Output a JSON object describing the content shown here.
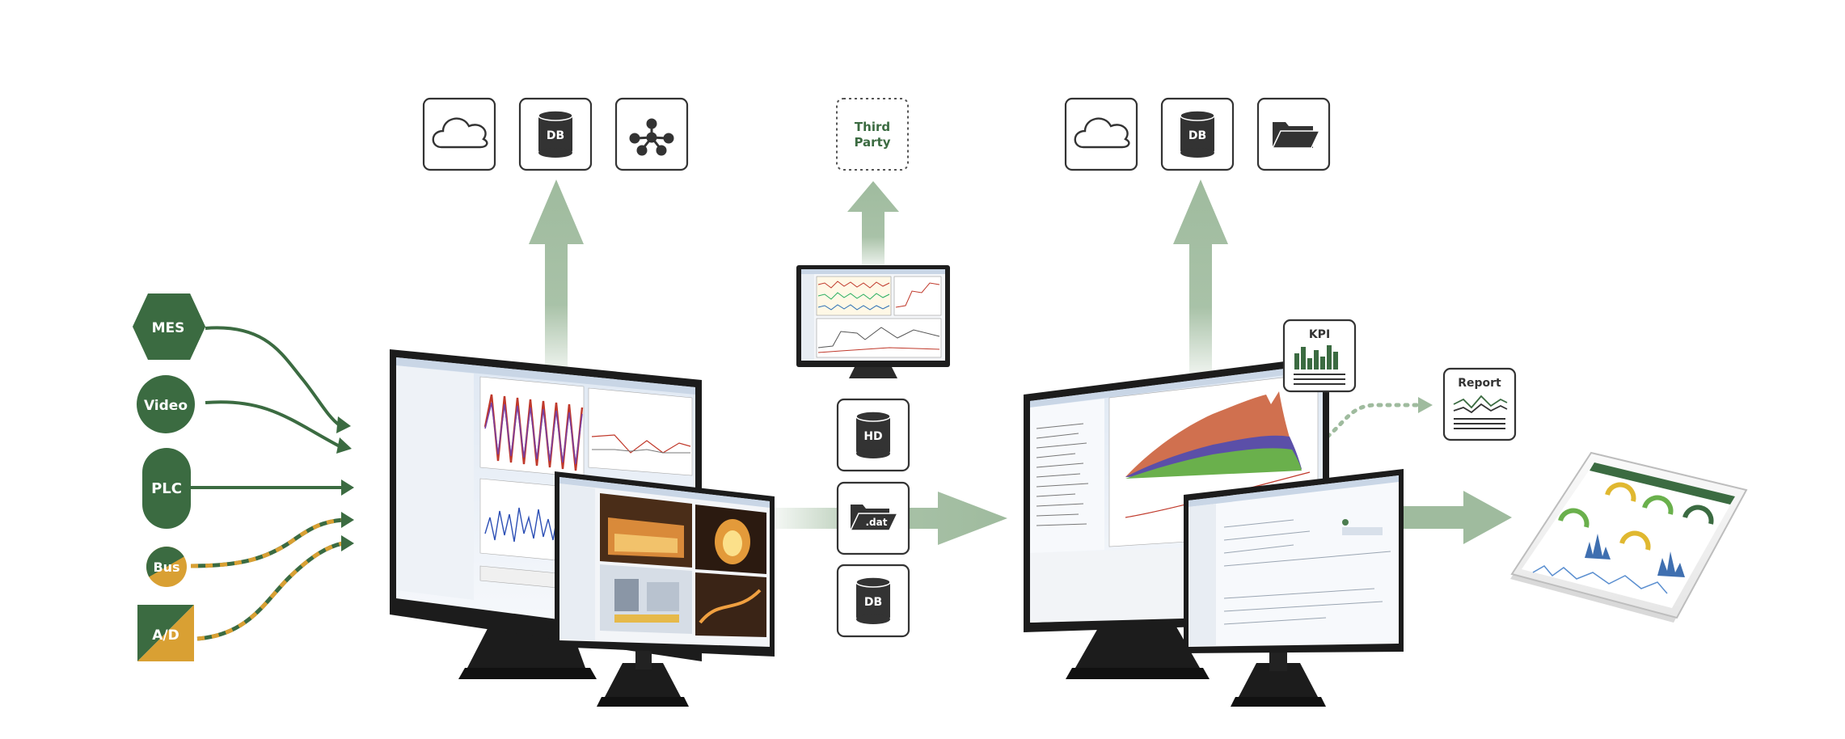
{
  "colors": {
    "dark_green": "#3b6b41",
    "mid_green": "#4c7d4f",
    "arrow_green": "#9fbb9e",
    "orange": "#d9a033",
    "box_border": "#333333",
    "screen_frame": "#1e1e1e"
  },
  "inputs": {
    "mes": "MES",
    "video": "Video",
    "plc": "PLC",
    "bus": "Bus",
    "ad": "A/D"
  },
  "left_outputs": {
    "cloud_icon": "cloud-icon",
    "db_label": "DB",
    "network_icon": "network-icon"
  },
  "center": {
    "third_party_line1": "Third",
    "third_party_line2": "Party",
    "hd_label": "HD",
    "dat_label": ".dat",
    "db_label": "DB"
  },
  "right_outputs": {
    "cloud_icon": "cloud-icon",
    "db_label": "DB",
    "folder_icon": "folder-icon"
  },
  "kpi_label": "KPI",
  "report_label": "Report"
}
